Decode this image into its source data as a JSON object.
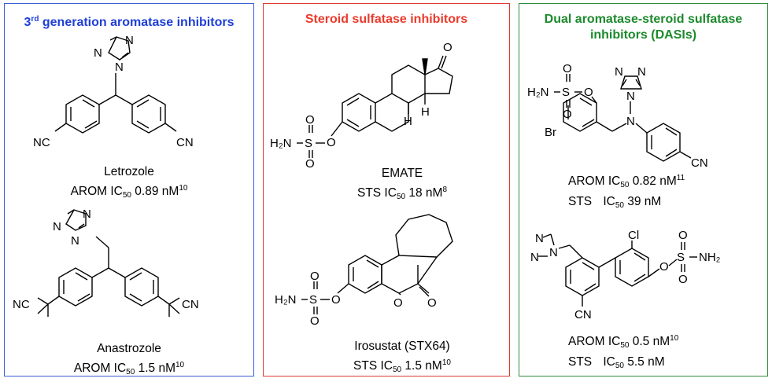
{
  "panels": {
    "aromatase": {
      "title_pre": "3",
      "title_sup": "rd",
      "title_post": " generation aromatase inhibitors",
      "letrozole": {
        "name": "Letrozole",
        "assay": "AROM IC",
        "sub": "50",
        "value": " 0.89 nM",
        "ref": "10"
      },
      "anastrozole": {
        "name": "Anastrozole",
        "assay": "AROM IC",
        "sub": "50",
        "value": " 1.5 nM",
        "ref": "10"
      }
    },
    "sulfatase": {
      "title": "Steroid sulfatase inhibitors",
      "emate": {
        "name": "EMATE",
        "assay": "STS IC",
        "sub": "50",
        "value": " 18 nM",
        "ref": "8"
      },
      "irosustat": {
        "name": "Irosustat (STX64)",
        "assay": "STS IC",
        "sub": "50",
        "value": " 1.5 nM",
        "ref": "10"
      }
    },
    "dual": {
      "title_line1": "Dual aromatase-steroid sulfatase",
      "title_line2": "inhibitors (DASIs)",
      "compound1": {
        "arom_label": "AROM",
        "ic": "IC",
        "sub": "50",
        "arom_value": " 0.82 nM",
        "arom_ref": "11",
        "sts_label": "STS",
        "sts_value": " 39 nM"
      },
      "compound2": {
        "arom_label": "AROM",
        "ic": "IC",
        "sub": "50",
        "arom_value": " 0.5 nM",
        "arom_ref": "10",
        "sts_label": "STS",
        "sts_value": " 5.5 nM"
      }
    }
  },
  "atom_labels": {
    "N": "N",
    "NC": "NC",
    "CN": "CN",
    "H2N": "H₂N",
    "NH2": "NH₂",
    "S": "S",
    "O": "O",
    "H": "H",
    "Br": "Br",
    "Cl": "Cl"
  },
  "colors": {
    "blue": "#1f3fd8",
    "red": "#ec3a2c",
    "green": "#1c8a2c"
  }
}
